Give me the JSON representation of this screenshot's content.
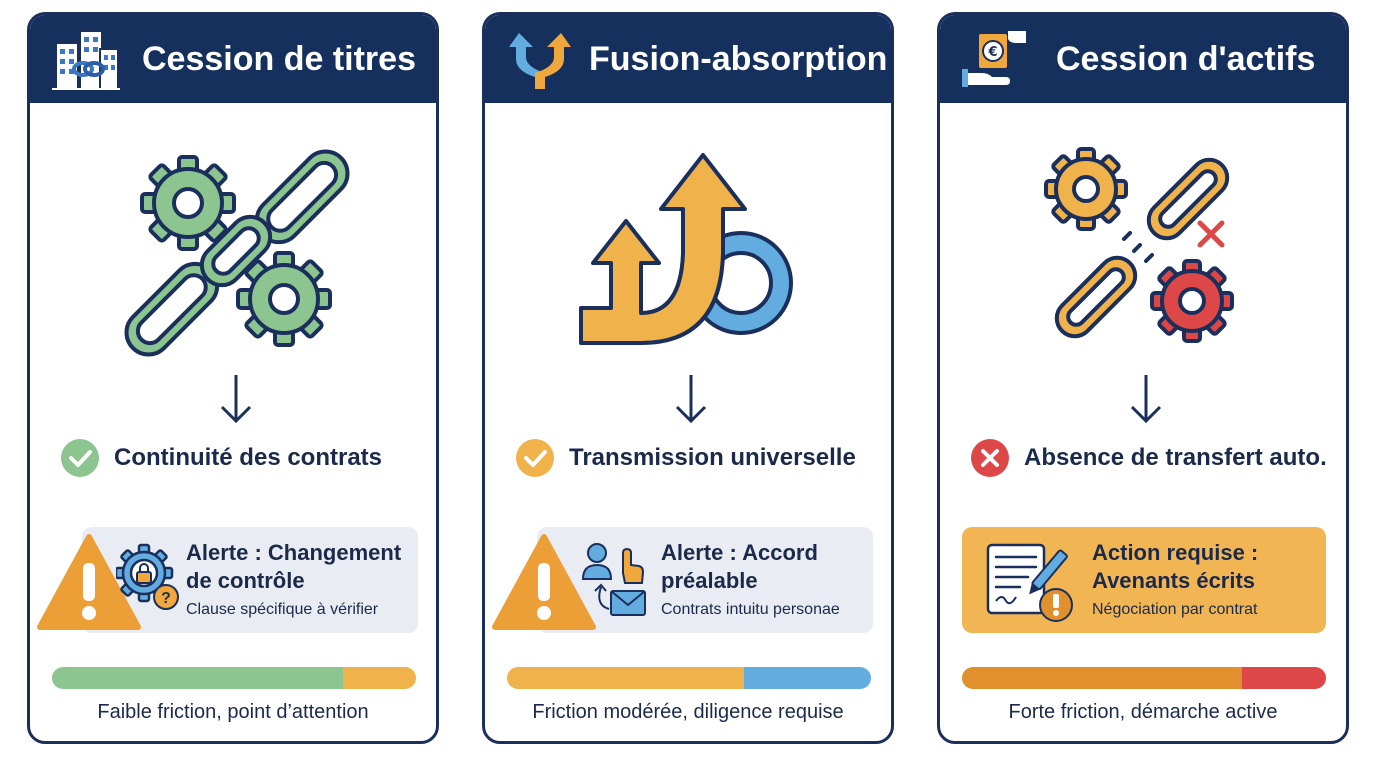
{
  "colors": {
    "navy": "#16305e",
    "green": "#8cc58f",
    "orange": "#f0a83c",
    "blue": "#62ace0",
    "red": "#dd4747",
    "dark_orange": "#e0902c"
  },
  "cards": [
    {
      "title": "Cession de titres",
      "header_icon": "buildings-link-icon",
      "illustration": "gears-chain-intact-icon",
      "status": {
        "icon": "check-circle-green-icon",
        "text": "Continuité des contrats"
      },
      "alert": {
        "icon": "gear-lock-question-icon",
        "title": "Alerte : Changement de contrôle",
        "subtitle": "Clause spécifique à vérifier"
      },
      "friction": [
        {
          "color": "#8cc58f",
          "share": 0.8
        },
        {
          "color": "#f0b24a",
          "share": 0.2
        }
      ],
      "caption": "Faible friction, point d’attention"
    },
    {
      "title": "Fusion-absorption",
      "header_icon": "merge-arrows-icon",
      "illustration": "arrows-merge-ring-icon",
      "status": {
        "icon": "check-circle-orange-icon",
        "text": "Transmission universelle"
      },
      "alert": {
        "icon": "person-hand-mail-icon",
        "title": "Alerte : Accord préalable",
        "subtitle": "Contrats intuitu personae"
      },
      "friction": [
        {
          "color": "#f0b24a",
          "share": 0.65
        },
        {
          "color": "#62ace0",
          "share": 0.35
        }
      ],
      "caption": "Friction modérée, diligence requise"
    },
    {
      "title": "Cession d'actifs",
      "header_icon": "hand-euro-exchange-icon",
      "illustration": "gears-chain-broken-icon",
      "status": {
        "icon": "x-circle-red-icon",
        "text": "Absence de transfert auto."
      },
      "alert": {
        "icon": "contract-pen-warning-icon",
        "title": "Action requise : Avenants écrits",
        "subtitle": "Négociation par contrat"
      },
      "friction": [
        {
          "color": "#e0902c",
          "share": 0.77
        },
        {
          "color": "#dd4747",
          "share": 0.23
        }
      ],
      "caption": "Forte friction, démarche active"
    }
  ]
}
